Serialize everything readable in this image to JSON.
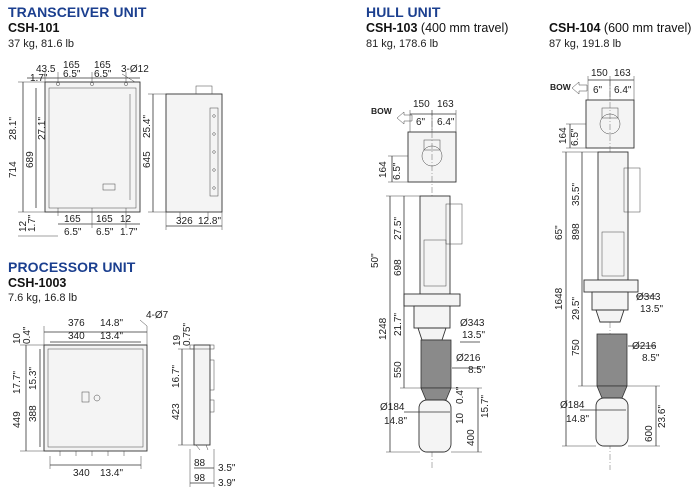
{
  "transceiver": {
    "heading": "TRANSCEIVER UNIT",
    "model": "CSH-101",
    "weight": "37 kg, 81.6 lb",
    "dims": {
      "t1": "43.5",
      "t2": "165",
      "t3": "165",
      "hole": "3-Ø12",
      "t1in": "1.7\"",
      "t2in": "6.5\"",
      "t3in": "6.5\"",
      "h1": "714",
      "h1in": "28.1\"",
      "h2": "689",
      "h2in": "27.1\"",
      "side_h": "645",
      "side_hin": "25.4\"",
      "b1": "165",
      "b2": "165",
      "b3": "12",
      "b1in": "6.5\"",
      "b2in": "6.5\"",
      "b3in": "1.7\"",
      "left_b": "12",
      "left_bin": "1.7\"",
      "depth": "326",
      "depthin": "12.8\""
    }
  },
  "processor": {
    "heading": "PROCESSOR UNIT",
    "model": "CSH-1003",
    "weight": "7.6 kg, 16.8 lb",
    "dims": {
      "w1": "376",
      "w1in": "14.8\"",
      "w2": "340",
      "w2in": "13.4\"",
      "hole": "4-Ø7",
      "top": "10",
      "topin": "0.4\"",
      "h1": "449",
      "h1in": "17.7\"",
      "h2": "388",
      "h2in": "15.3\"",
      "wb": "340",
      "wbin": "13.4\"",
      "s_top": "19",
      "s_topin": "0.75\"",
      "s_h": "423",
      "s_hin": "16.7\"",
      "d1": "88",
      "d1in": "3.5\"",
      "d2": "98",
      "d2in": "3.9\""
    }
  },
  "hull": {
    "heading": "HULL UNIT",
    "bow": "BOW",
    "csh103": {
      "model": "CSH-103",
      "travel": "(400 mm travel)",
      "weight": "81 kg, 178.6 lb",
      "dims": {
        "a": "150",
        "b": "163",
        "ain": "6\"",
        "bin": "6.4\"",
        "f": "164",
        "fin": "6.5\"",
        "total": "1248",
        "totalin": "50\"",
        "upper": "698",
        "upperin": "27.5\"",
        "mid": "21.7\"",
        "lower": "550",
        "d343": "Ø343",
        "d343in": "13.5\"",
        "d216": "Ø216",
        "d216in": "8.5\"",
        "tr": "400",
        "trin": "15.7\"",
        "sm": "10",
        "smin": "0.4\"",
        "d184": "Ø184",
        "d184in": "14.8\""
      }
    },
    "csh104": {
      "model": "CSH-104",
      "travel": "(600 mm travel)",
      "weight": "87 kg, 191.8 lb",
      "dims": {
        "a": "150",
        "b": "163",
        "ain": "6\"",
        "bin": "6.4\"",
        "f": "164",
        "fin": "6.5\"",
        "total": "1648",
        "totalin": "65\"",
        "upper": "898",
        "upperin": "35.5\"",
        "mid": "29.5\"",
        "lower": "750",
        "d343": "Ø343",
        "d343in": "13.5\"",
        "d216": "Ø216",
        "d216in": "8.5\"",
        "tr": "600",
        "trin": "23.6\"",
        "d184": "Ø184",
        "d184in": "14.8\""
      }
    }
  }
}
